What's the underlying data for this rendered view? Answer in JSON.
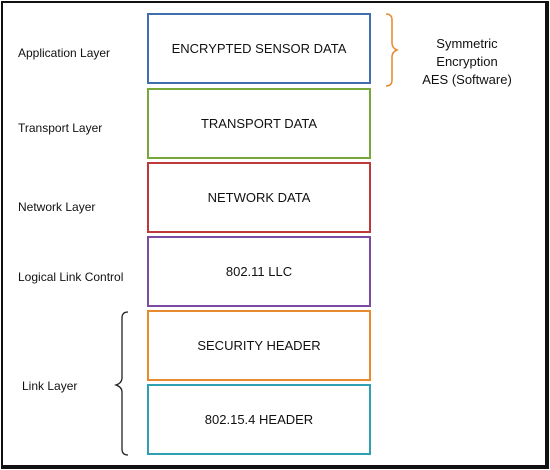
{
  "layer_labels": {
    "application": "Application Layer",
    "transport": "Transport  Layer",
    "network": "Network Layer",
    "llc": "Logical Link Control",
    "link": "Link Layer"
  },
  "stack_boxes": [
    {
      "label": "ENCRYPTED SENSOR DATA",
      "color": "#3F6FAE"
    },
    {
      "label": "TRANSPORT DATA",
      "color": "#77A83B"
    },
    {
      "label": "NETWORK DATA",
      "color": "#C0393A"
    },
    {
      "label": "802.11 LLC",
      "color": "#7B4AA3"
    },
    {
      "label": "SECURITY HEADER",
      "color": "#E88A2E"
    },
    {
      "label": "802.15.4 HEADER",
      "color": "#2FA0B4"
    }
  ],
  "encryption_note": {
    "line1": "Symmetric Encryption",
    "line2": "AES (Software)",
    "bracket_color": "#E88A2E"
  }
}
